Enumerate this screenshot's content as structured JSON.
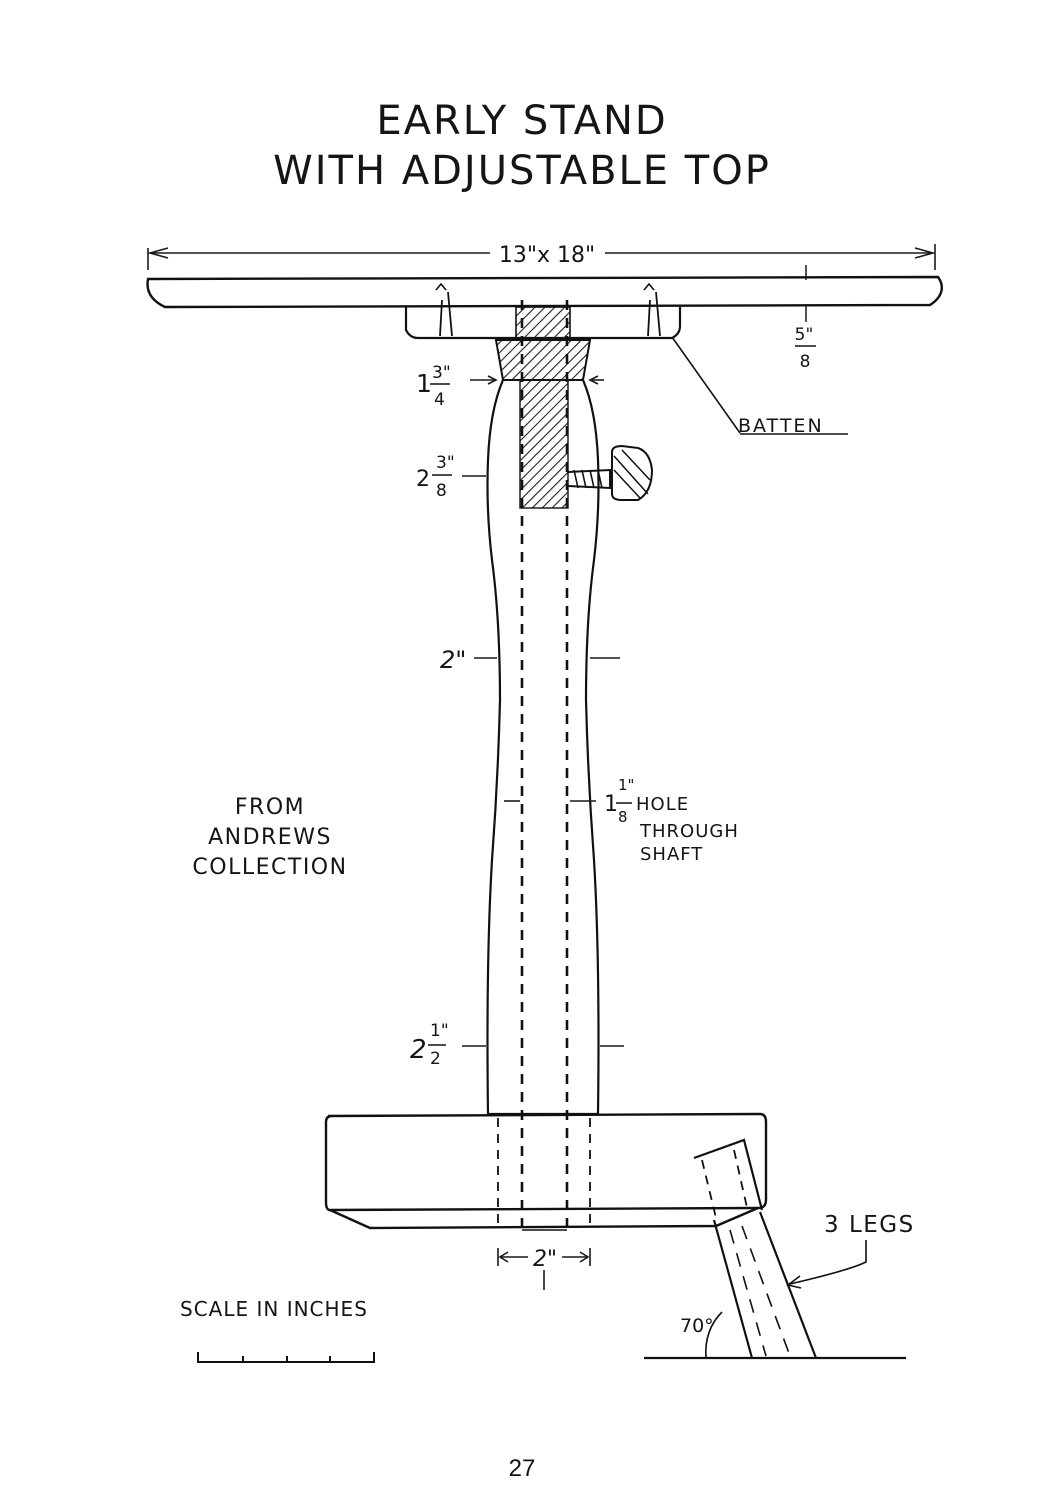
{
  "title": {
    "line1": "EARLY STAND",
    "line2": "WITH ADJUSTABLE TOP"
  },
  "dimensions": {
    "top_size": "13\"x 18\"",
    "top_thickness_whole": "",
    "top_thickness_num": "5\"",
    "top_thickness_den": "8",
    "collar_whole": "1",
    "collar_num": "3\"",
    "collar_den": "4",
    "upper_shaft_whole": "2",
    "upper_shaft_num": "3\"",
    "upper_shaft_den": "8",
    "mid_shaft": "2\"",
    "hole_whole": "1",
    "hole_num": "1\"",
    "hole_den": "8",
    "lower_shaft_whole": "2",
    "lower_shaft_num": "1\"",
    "lower_shaft_den": "2",
    "base_bore": "2\""
  },
  "labels": {
    "batten": "BATTEN",
    "hole_line1": "HOLE",
    "hole_line2": "THROUGH",
    "hole_line3": "SHAFT",
    "legs": "3 LEGS",
    "angle": "70°",
    "scale": "SCALE IN INCHES"
  },
  "source_note": {
    "line1": "FROM",
    "line2": "ANDREWS",
    "line3": "COLLECTION"
  },
  "page_number": "27"
}
